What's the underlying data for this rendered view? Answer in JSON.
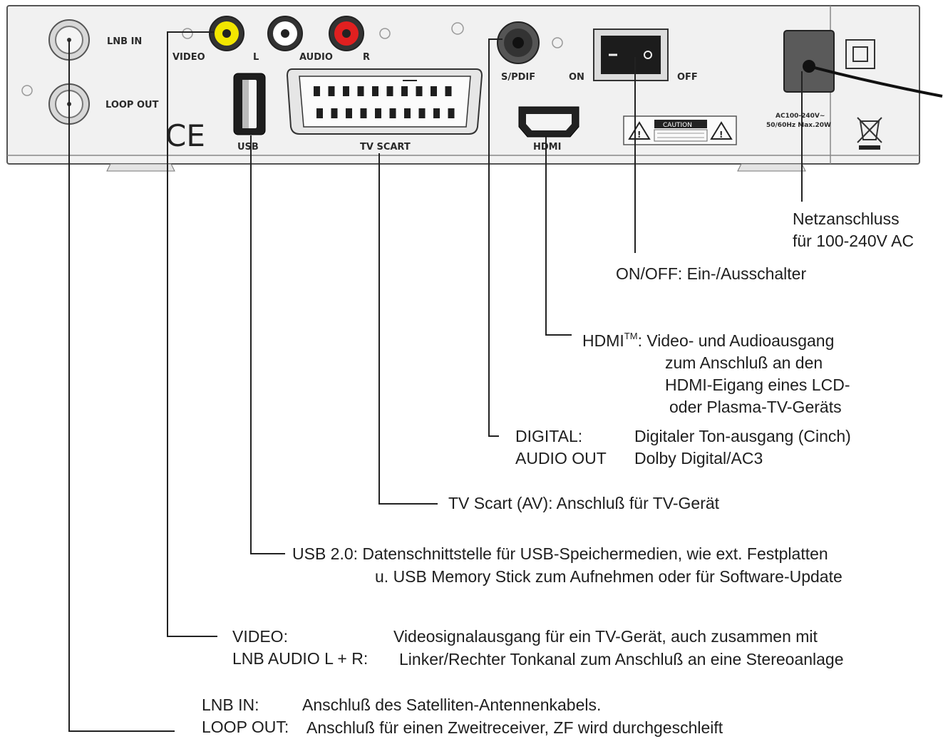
{
  "panel": {
    "lnb_in": "LNB IN",
    "loop_out": "LOOP OUT",
    "video": "VIDEO",
    "l": "L",
    "audio": "AUDIO",
    "r": "R",
    "spdif": "S/PDIF",
    "on": "ON",
    "off": "OFF",
    "usb": "USB",
    "tv_scart": "TV SCART",
    "hdmi": "HDMI",
    "ce": "CE",
    "caution": "CAUTION",
    "power_rating_1": "AC100-240V~",
    "power_rating_2": "50/60Hz Max.20W"
  },
  "callouts": {
    "power": {
      "line1": "Netzanschluss",
      "line2": "für 100-240V AC"
    },
    "onoff": {
      "text": "ON/OFF: Ein-/Ausschalter"
    },
    "hdmi": {
      "label": "HDMI",
      "sup": "TM",
      "line1_rest": ": Video- und Audioausgang",
      "line2": "zum Anschluß an den",
      "line3": "HDMI-Eigang eines LCD-",
      "line4": "oder Plasma-TV-Geräts"
    },
    "digital": {
      "label1": "DIGITAL:",
      "label2": "AUDIO OUT",
      "desc1": "Digitaler Ton-ausgang (Cinch)",
      "desc2": "Dolby Digital/AC3"
    },
    "scart": {
      "text": "TV Scart (AV): Anschluß für TV-Gerät"
    },
    "usb": {
      "line1": "USB 2.0: Datenschnittstelle für USB-Speichermedien, wie ext. Festplatten",
      "line2": "u. USB Memory Stick zum Aufnehmen oder für Software-Update"
    },
    "video": {
      "label1": "VIDEO:",
      "label2": "LNB AUDIO L + R:",
      "desc1": "Videosignalausgang für ein TV-Gerät, auch zusammen mit",
      "desc2": "Linker/Rechter Tonkanal zum Anschluß an eine Stereoanlage"
    },
    "lnb": {
      "label1": "LNB IN:",
      "label2": "LOOP OUT:",
      "desc1": "Anschluß des Satelliten-Antennenkabels.",
      "desc2": "Anschluß für einen Zweitreceiver, ZF wird durchgeschleift"
    }
  },
  "colors": {
    "video_jack": "#f2e600",
    "audio_r_jack": "#e02020",
    "audio_l_jack": "#ffffff",
    "panel": "#f1f1f1",
    "lines": "#222222"
  }
}
